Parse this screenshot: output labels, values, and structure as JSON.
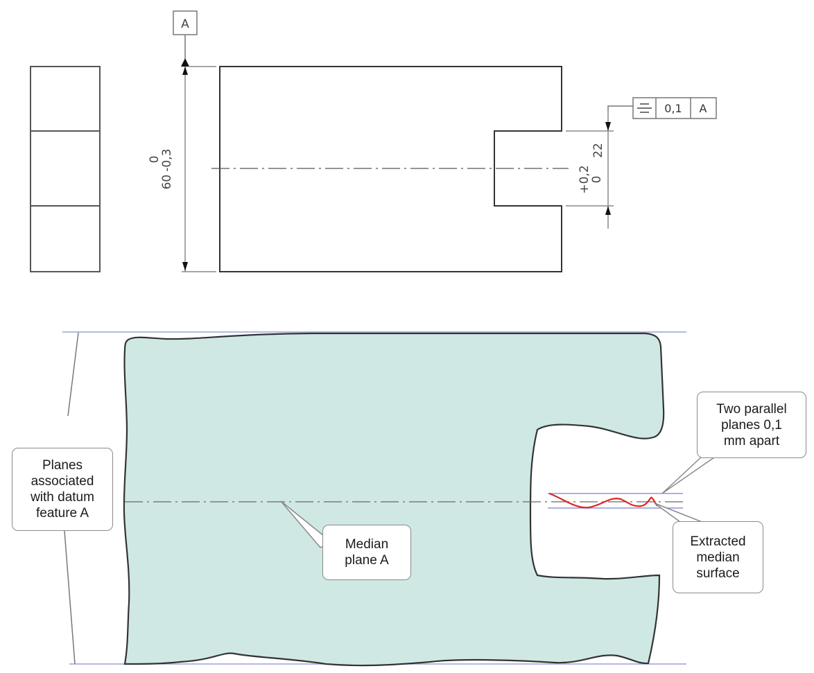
{
  "drawing": {
    "datum_label": "A",
    "height_dimension": {
      "nominal": "60",
      "upper_tolerance": "0",
      "lower_tolerance": "-0,3"
    },
    "slot_dimension": {
      "nominal": "22",
      "upper_tolerance": "+0,2",
      "lower_tolerance": "0"
    },
    "feature_control_frame": {
      "symbol": "symmetry-icon",
      "tolerance": "0,1",
      "datum": "A"
    }
  },
  "illustration": {
    "part_fill_color": "#cfe8e4",
    "outline_color": "#333333",
    "plane_line_color": "#8f96d8",
    "extracted_surface_color": "#e02424",
    "callouts": {
      "planes_datum": "Planes\nassociated\nwith datum\nfeature A",
      "median_plane": "Median\nplane A",
      "parallel_planes": "Two parallel\nplanes 0,1\nmm apart",
      "extracted_surface": "Extracted\nmedian\nsurface"
    }
  }
}
